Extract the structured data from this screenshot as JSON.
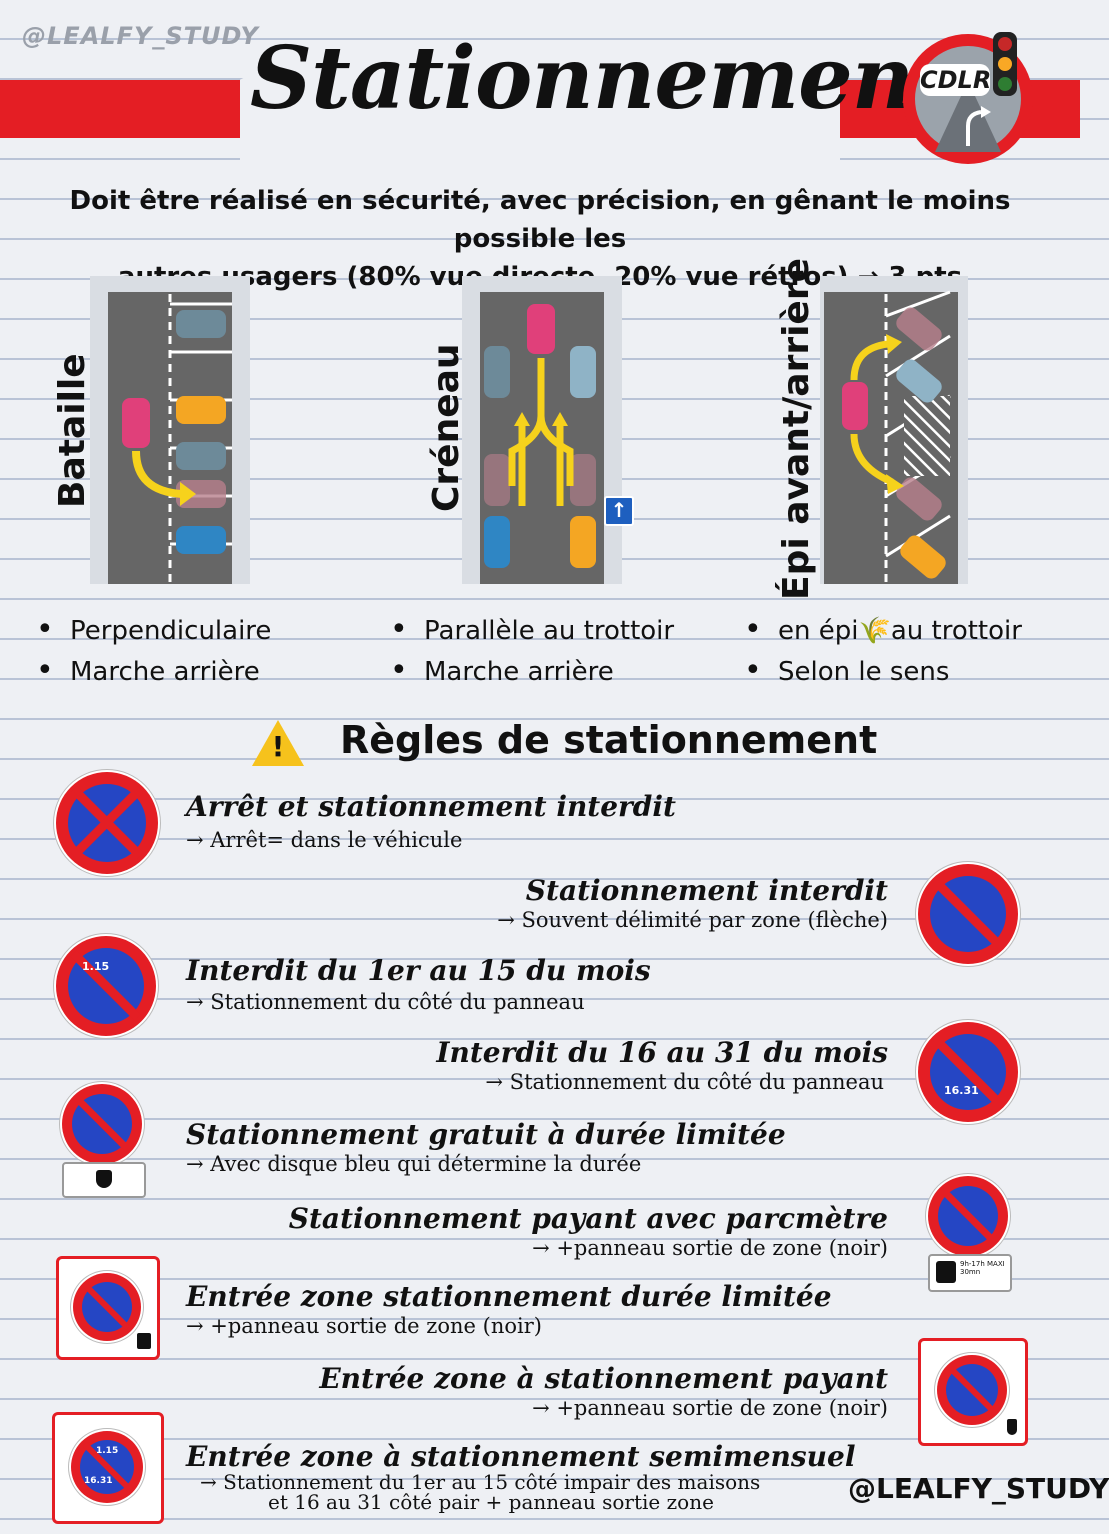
{
  "watermark_top": "@LEALFY_STUDY",
  "title": "Stationnement",
  "logo_text": "CDLR",
  "intro": {
    "line1": "Doit être réalisé en sécurité, avec précision, en gênant le moins possible les",
    "line2": "autres usagers (80% vue directe, 20% vue rétros)  → 3 pts"
  },
  "types": [
    {
      "label": "Bataille",
      "bullets": [
        "Perpendiculaire",
        "Marche arrière"
      ]
    },
    {
      "label": "Créneau",
      "bullets": [
        "Parallèle au trottoir",
        "Marche arrière"
      ]
    },
    {
      "label": "Épi avant/arrière",
      "bullets": [
        "en épi🌾au trottoir",
        "Selon le sens"
      ]
    }
  ],
  "rules_title": "Règles de stationnement",
  "rules": [
    {
      "title": "Arrêt et stationnement interdit",
      "sub": "→ Arrêt= dans le véhicule"
    },
    {
      "title": "Stationnement interdit",
      "sub": "→ Souvent délimité par zone (flèche)"
    },
    {
      "title": "Interdit du 1er au 15 du mois",
      "sub": "→ Stationnement du côté du panneau"
    },
    {
      "title": "Interdit du 16 au 31 du mois",
      "sub": "→ Stationnement du côté du panneau"
    },
    {
      "title": "Stationnement gratuit à durée limitée",
      "sub": "→ Avec disque bleu qui détermine la durée"
    },
    {
      "title": "Stationnement payant avec parcmètre",
      "sub": "→ +panneau sortie de zone (noir)"
    },
    {
      "title": "Entrée zone stationnement durée limitée",
      "sub": "→ +panneau sortie de zone (noir)"
    },
    {
      "title": "Entrée zone à stationnement payant",
      "sub": "→ +panneau sortie de zone (noir)"
    },
    {
      "title": "Entrée zone à stationnement semimensuel",
      "sub1": "→ Stationnement du 1er au 15 côté impair des maisons",
      "sub2": "et 16 au 31 côté pair + panneau sortie zone"
    }
  ],
  "sign_text": {
    "s115": "1.15",
    "s1631": "16.31",
    "plate_text": "9h-17h MAXI 30mn"
  },
  "footer": "@LEALFY_STUDY",
  "colors": {
    "red": "#e41e24",
    "blue": "#2546c4",
    "arrow_yellow": "#f6d21c"
  }
}
